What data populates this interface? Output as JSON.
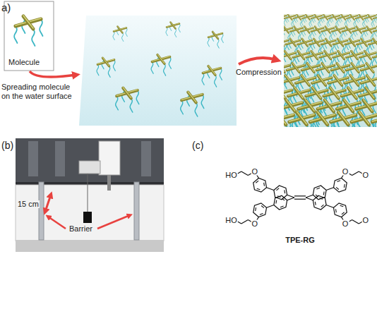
{
  "diagram": {
    "labels": [
      "a)",
      "Molecule",
      "Spreading molecule on the water surface",
      "Compression",
      "(b)",
      "15 cm",
      "Barrier",
      "(c)",
      "HO",
      "O",
      "O",
      "O",
      "HO",
      "O",
      "O",
      "O",
      "TPE-RG"
    ]
  }
}
